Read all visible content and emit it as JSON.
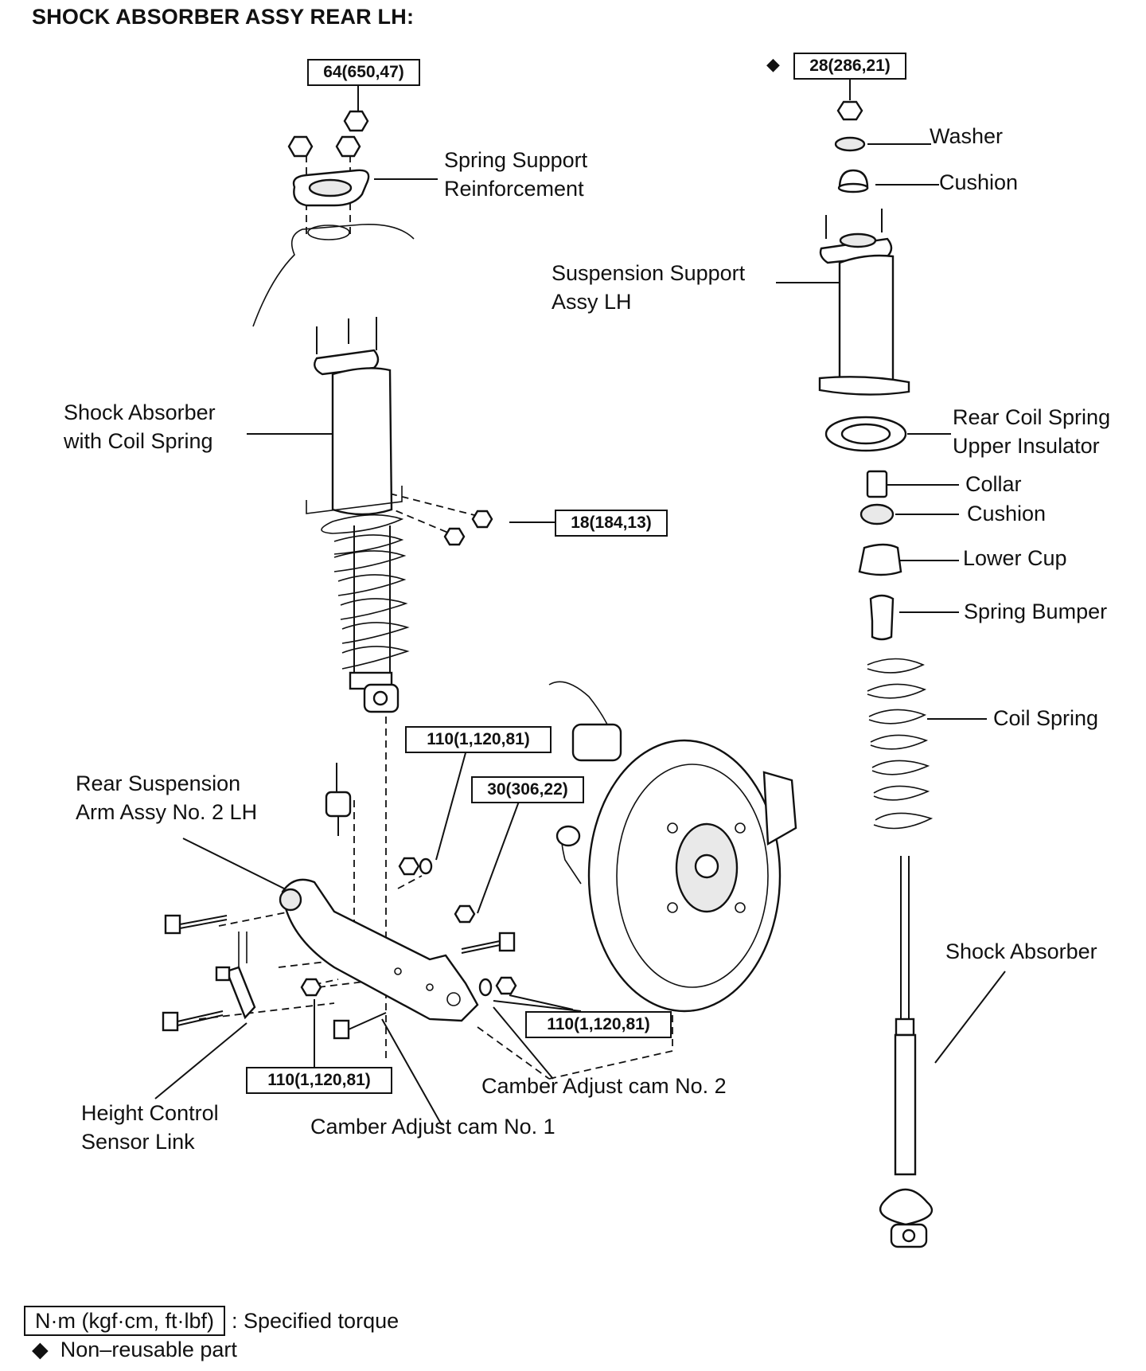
{
  "title": "SHOCK ABSORBER ASSY REAR LH:",
  "torques": {
    "t_top_left": "64(650,47)",
    "t_top_right": "28(286,21)",
    "t_shock_bracket": "18(184,13)",
    "t_arm_nut_top": "110(1,120,81)",
    "t_cam_nut": "30(306,22)",
    "t_arm_right": "110(1,120,81)",
    "t_arm_bottom": "110(1,120,81)"
  },
  "labels": {
    "spring_support_1": "Spring Support",
    "spring_support_2": "Reinforcement",
    "suspension_support_1": "Suspension Support",
    "suspension_support_2": "Assy LH",
    "shock_coil_1": "Shock Absorber",
    "shock_coil_2": "with Coil Spring",
    "washer": "Washer",
    "cushion_top": "Cushion",
    "upper_insulator_1": "Rear Coil Spring",
    "upper_insulator_2": "Upper Insulator",
    "collar": "Collar",
    "cushion_mid": "Cushion",
    "lower_cup": "Lower Cup",
    "spring_bumper": "Spring Bumper",
    "coil_spring": "Coil Spring",
    "shock_absorber": "Shock Absorber",
    "arm_1": "Rear Suspension",
    "arm_2": "Arm Assy No. 2 LH",
    "sensor_link_1": "Height Control",
    "sensor_link_2": "Sensor Link",
    "cam_1": "Camber Adjust cam No. 1",
    "cam_2": "Camber Adjust cam No. 2"
  },
  "legend": {
    "torque_unit": "N·m (kgf·cm, ft·lbf)",
    "torque_text": ": Specified torque",
    "nonreusable_symbol": "◆",
    "nonreusable_text": "Non–reusable part"
  }
}
